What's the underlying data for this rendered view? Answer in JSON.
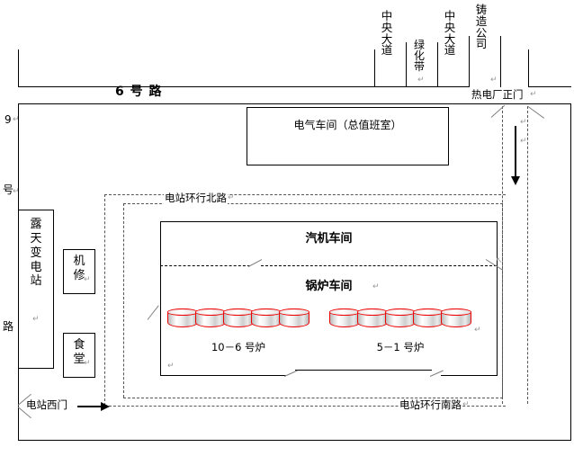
{
  "diagram": {
    "title_roads": {
      "road6": "6          号          路",
      "road9_chars": [
        "9",
        "号",
        "路"
      ]
    },
    "top_corridors": [
      {
        "name": "central-avenue-left",
        "label_chars": [
          "中",
          "央",
          "大",
          "道"
        ]
      },
      {
        "name": "green-belt",
        "label_chars": [
          "绿",
          "化",
          "带"
        ]
      },
      {
        "name": "central-avenue-right",
        "label_chars": [
          "中",
          "央",
          "大",
          "道"
        ]
      },
      {
        "name": "foundry-company",
        "label_chars": [
          "铸",
          "造",
          "公",
          "司"
        ]
      }
    ],
    "main_gate_label": "热电厂正门",
    "buildings": {
      "electrical_workshop": "电气车间（总值班室）",
      "turbine_hall": "汽机车间",
      "boiler_hall": "锅炉车间",
      "outdoor_substation_chars": [
        "露",
        "天",
        "变",
        "电",
        "站"
      ],
      "machine_repair_chars": [
        "机",
        "修"
      ],
      "canteen_chars": [
        "食",
        "堂"
      ]
    },
    "roads": {
      "north_ring": "电站环行北路",
      "south_ring": "电站环行南路",
      "west_gate": "电站西门"
    },
    "boilers": {
      "left_group_label": "10－6 号炉",
      "right_group_label": "5－1 号炉",
      "left_count": 5,
      "right_count": 5
    },
    "colors": {
      "boiler_outline": "#ee0000",
      "line": "#000000",
      "road_dash": "#555555"
    }
  }
}
